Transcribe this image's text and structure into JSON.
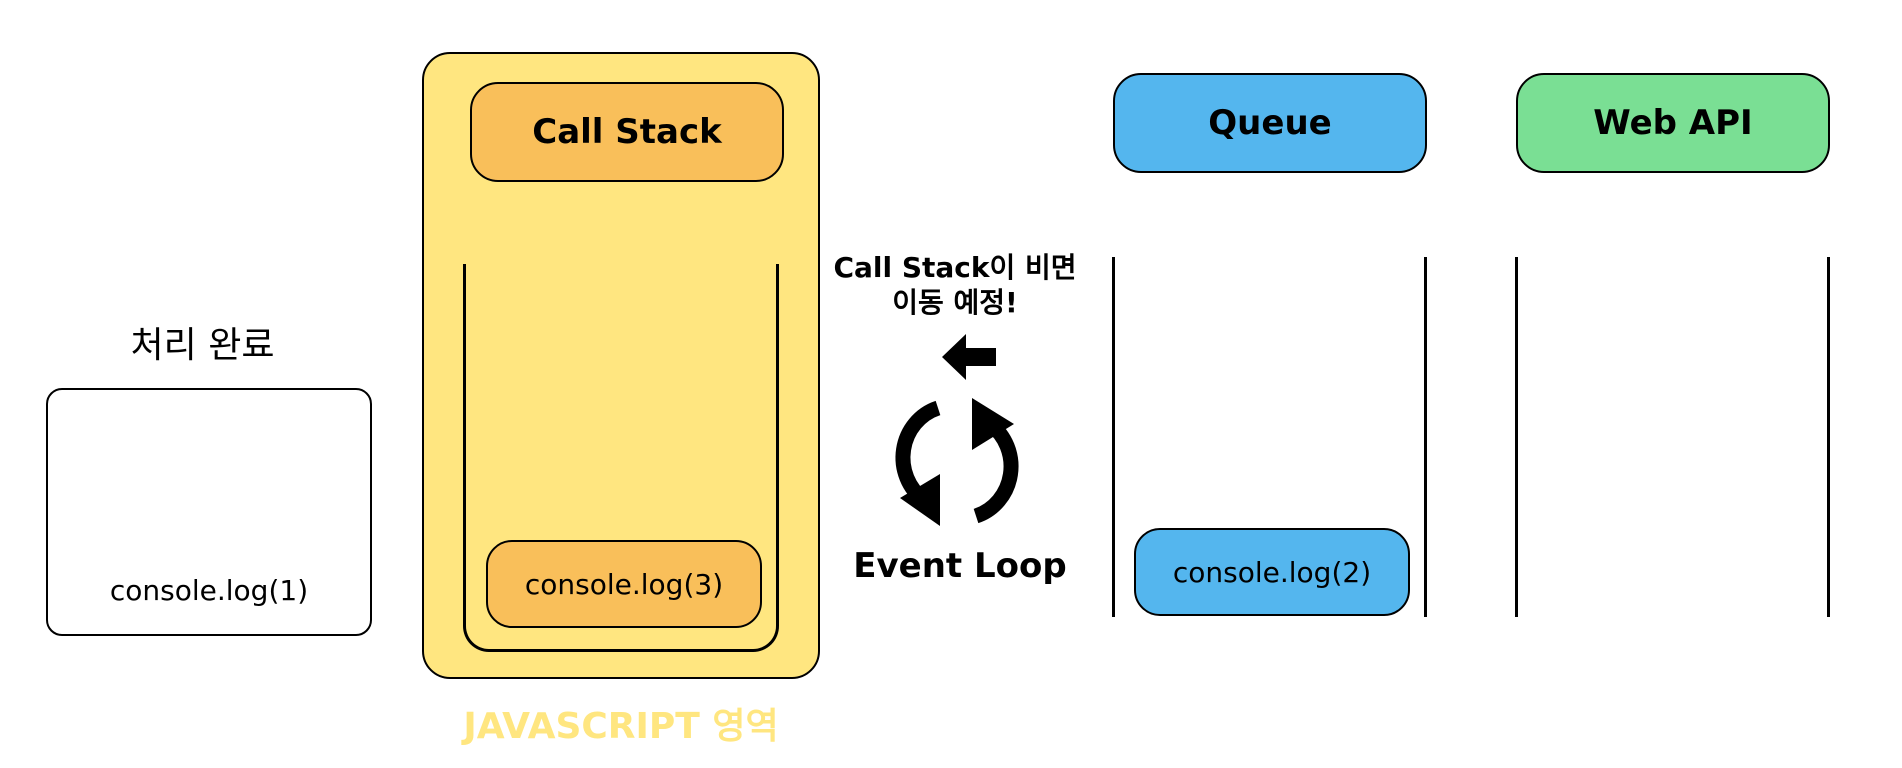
{
  "done": {
    "title": "처리 완료",
    "item": "console.log(1)"
  },
  "javascript": {
    "area_label": "JAVASCRIPT 영역",
    "call_stack": {
      "title": "Call Stack",
      "item": "console.log(3)"
    }
  },
  "event_loop": {
    "note_line1": "Call Stack이 비면",
    "note_line2": "이동 예정!",
    "label": "Event Loop"
  },
  "queue": {
    "title": "Queue",
    "item": "console.log(2)"
  },
  "web_api": {
    "title": "Web API"
  },
  "colors": {
    "js_area": "#FFE680",
    "call_stack": "#F9BF5A",
    "queue": "#54B6EE",
    "web_api": "#7ADF94",
    "js_label": "#FFE680"
  }
}
